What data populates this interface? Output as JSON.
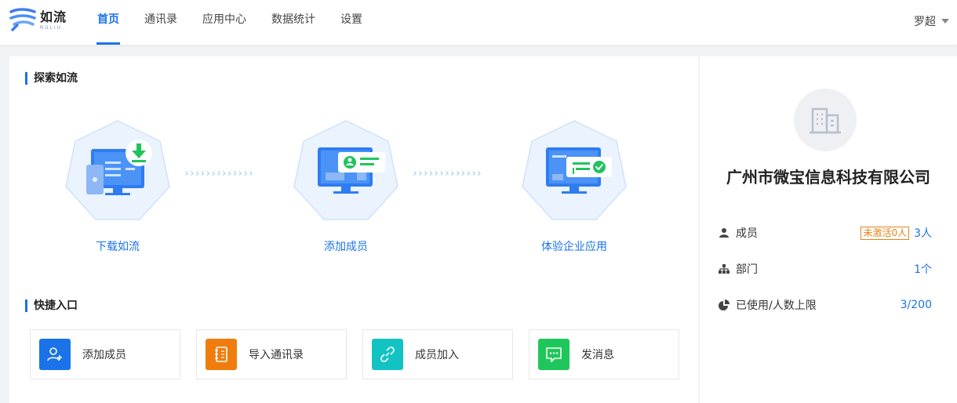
{
  "app": {
    "logo_name": "如流",
    "logo_sub": "RULIU",
    "user_name": "罗超"
  },
  "nav": {
    "tabs": [
      {
        "label": "首页",
        "active": true
      },
      {
        "label": "通讯录"
      },
      {
        "label": "应用中心"
      },
      {
        "label": "数据统计"
      },
      {
        "label": "设置"
      }
    ]
  },
  "explore": {
    "title": "探索如流",
    "steps": [
      {
        "label": "下载如流",
        "icon": "download-monitor-icon"
      },
      {
        "label": "添加成员",
        "icon": "member-card-monitor-icon"
      },
      {
        "label": "体验企业应用",
        "icon": "app-check-monitor-icon"
      }
    ],
    "connector": "›››››››››››››"
  },
  "quick": {
    "title": "快捷入口",
    "items": [
      {
        "label": "添加成员",
        "icon": "add-user-icon",
        "color": "#1a73e8"
      },
      {
        "label": "导入通讯录",
        "icon": "address-book-icon",
        "color": "#f07c0e"
      },
      {
        "label": "成员加入",
        "icon": "link-icon",
        "color": "#13c2c2"
      },
      {
        "label": "发消息",
        "icon": "message-icon",
        "color": "#1fc75a"
      }
    ]
  },
  "org": {
    "name": "广州市微宝信息科技有限公司",
    "stats": [
      {
        "label": "成员",
        "badge": "未激活0人",
        "value": "3人",
        "icon": "person-icon"
      },
      {
        "label": "部门",
        "value": "1个",
        "icon": "org-tree-icon"
      },
      {
        "label": "已使用/人数上限",
        "value": "3/200",
        "icon": "pie-icon"
      }
    ]
  },
  "colors": {
    "accent": "#1a73e8",
    "warning": "#e8831a"
  }
}
